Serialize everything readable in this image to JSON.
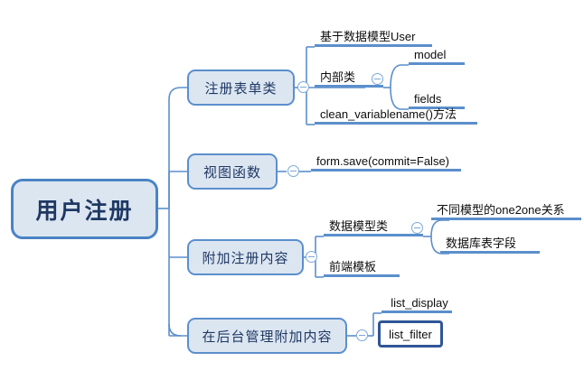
{
  "diagram": {
    "type": "mind-map",
    "title": "用户注册",
    "colors": {
      "node_fill": "#dce6f1",
      "node_border": "#5b8fcc",
      "root_border": "#4a84c4",
      "root_text": "#1f3864",
      "connector": "#5b8fcc",
      "selection_border": "#2f5597",
      "leaf_text": "#0d0d0d",
      "background": "#ffffff"
    },
    "root": {
      "label": "用户注册"
    },
    "branches": [
      {
        "label": "注册表单类",
        "collapse_icon": "minus-circle-icon",
        "children": [
          {
            "label": "基于数据模型User"
          },
          {
            "label": "内部类",
            "collapse_icon": "minus-circle-icon",
            "children": [
              {
                "label": "model"
              },
              {
                "label": "fields"
              }
            ]
          },
          {
            "label": "clean_variablename()方法"
          }
        ]
      },
      {
        "label": "视图函数",
        "collapse_icon": "minus-circle-icon",
        "children": [
          {
            "label": "form.save(commit=False)"
          }
        ]
      },
      {
        "label": "附加注册内容",
        "collapse_icon": "minus-circle-icon",
        "children": [
          {
            "label": "数据模型类",
            "collapse_icon": "minus-circle-icon",
            "children": [
              {
                "label": "不同模型的one2one关系"
              },
              {
                "label": "数据库表字段"
              }
            ]
          },
          {
            "label": "前端模板"
          }
        ]
      },
      {
        "label": "在后台管理附加内容",
        "collapse_icon": "minus-circle-icon",
        "children": [
          {
            "label": "list_display"
          },
          {
            "label": "list_filter",
            "selected": true
          }
        ]
      }
    ]
  }
}
